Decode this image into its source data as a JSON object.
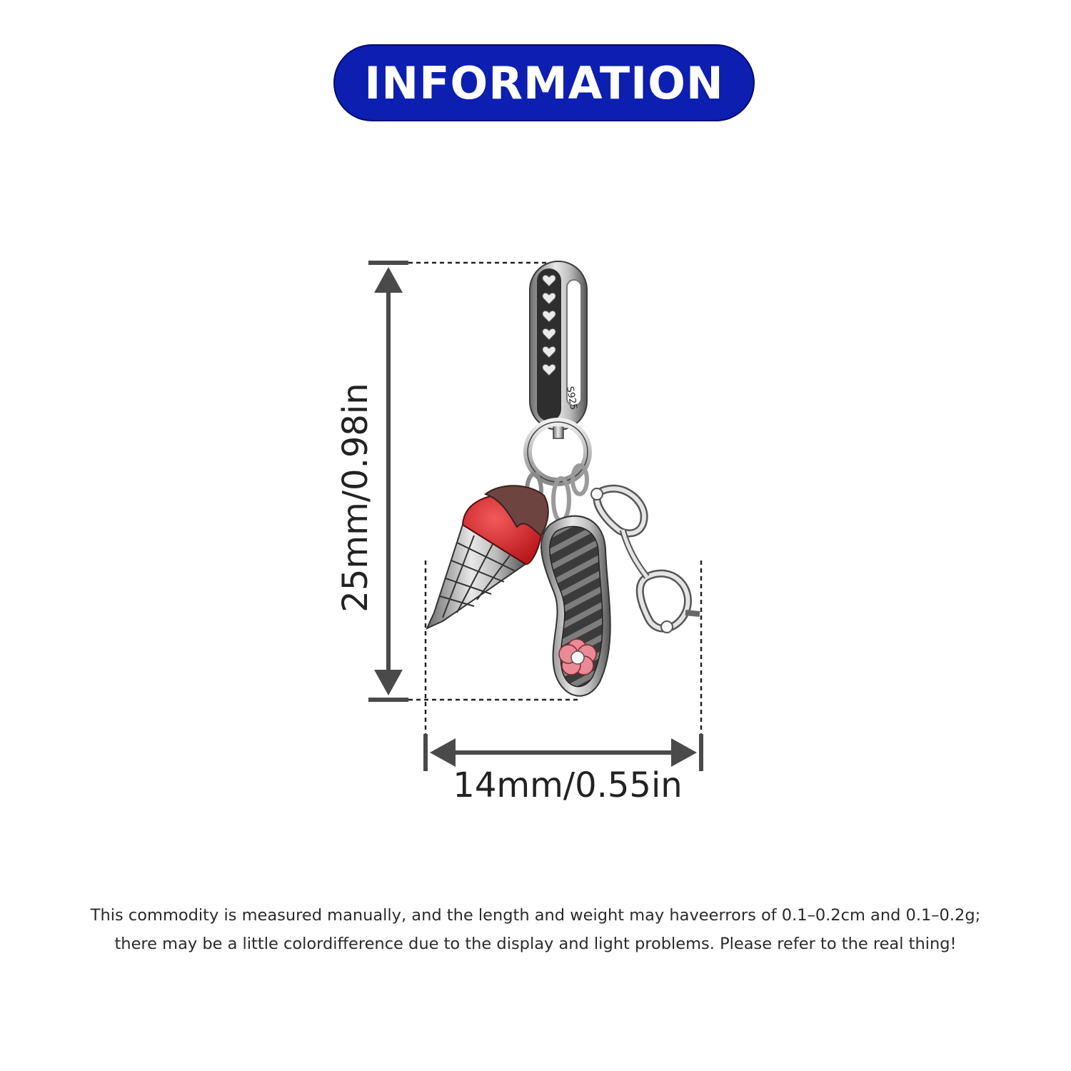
{
  "banner": {
    "title": "INFORMATION",
    "color": "#0d1fb0"
  },
  "product": {
    "stamp": "S925"
  },
  "dimensions": {
    "height_label": "25mm/0.98in",
    "width_label": "14mm/0.55in",
    "arrow_color": "#4a4a4a"
  },
  "disclaimer": {
    "line1": "This commodity is measured manually, and the length and weight may haveerrors of 0.1–0.2cm and 0.1–0.2g;",
    "line2": "there may be a little colordifference due to the display and light problems. Please refer to the real thing!"
  }
}
